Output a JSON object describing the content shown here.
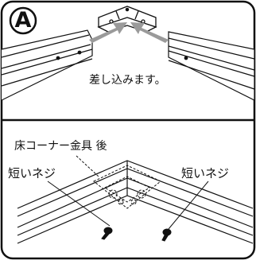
{
  "badge": {
    "letter": "A"
  },
  "step_caption": "差し込みます。",
  "labels": {
    "bracket": "床コーナー金具 後",
    "screw_left": "短いネジ",
    "screw_right": "短いネジ"
  },
  "colors": {
    "line": "#111111",
    "insert_arrow": "#9a9a9a",
    "frame": "#111111",
    "background": "#ffffff"
  },
  "icons": {
    "badge": "circled-letter-icon",
    "insert_arrow": "insert-arrow-icon",
    "screw": "screw-icon"
  }
}
